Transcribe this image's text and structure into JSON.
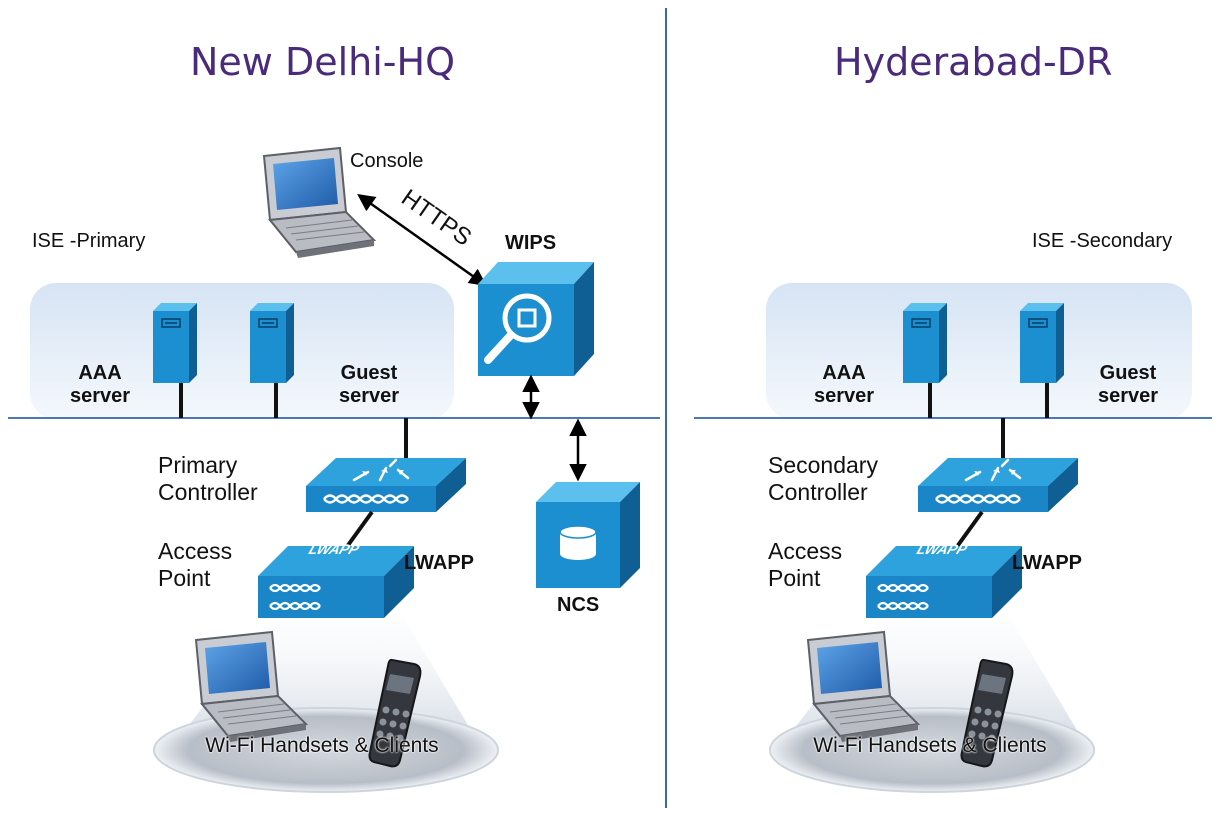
{
  "colors": {
    "title": "#4a2a7a",
    "divider": "#3a6aa8",
    "network_line": "#4a78b8",
    "device_blue": "#1b8fd0",
    "device_dark": "#0f5f94",
    "server_panel": "#e3edf8"
  },
  "sites": [
    {
      "title": "New Delhi-HQ",
      "ise_label": "ISE -Primary",
      "aaa_label": [
        "AAA",
        "server"
      ],
      "guest_label": [
        "Guest",
        "server"
      ],
      "controller_label": [
        "Primary",
        "Controller"
      ],
      "ap_label": [
        "Access",
        "Point"
      ],
      "lwapp_label": "LWAPP",
      "ap_face_text": "LWAPP",
      "clients_label": "Wi-Fi Handsets & Clients"
    },
    {
      "title": "Hyderabad-DR",
      "ise_label": "ISE -Secondary",
      "aaa_label": [
        "AAA",
        "server"
      ],
      "guest_label": [
        "Guest",
        "server"
      ],
      "controller_label": [
        "Secondary",
        "Controller"
      ],
      "ap_label": [
        "Access",
        "Point"
      ],
      "lwapp_label": "LWAPP",
      "ap_face_text": "LWAPP",
      "clients_label": "Wi-Fi Handsets & Clients"
    }
  ],
  "console_label": "Console",
  "https_label": "HTTPS",
  "wips_label": "WIPS",
  "ncs_label": "NCS",
  "icons": {
    "laptop": "laptop-icon",
    "server": "server-icon",
    "controller": "wireless-controller-icon",
    "access_point": "access-point-icon",
    "phone": "phone-icon",
    "wips": "wips-magnifier-icon",
    "ncs": "ncs-database-icon"
  }
}
